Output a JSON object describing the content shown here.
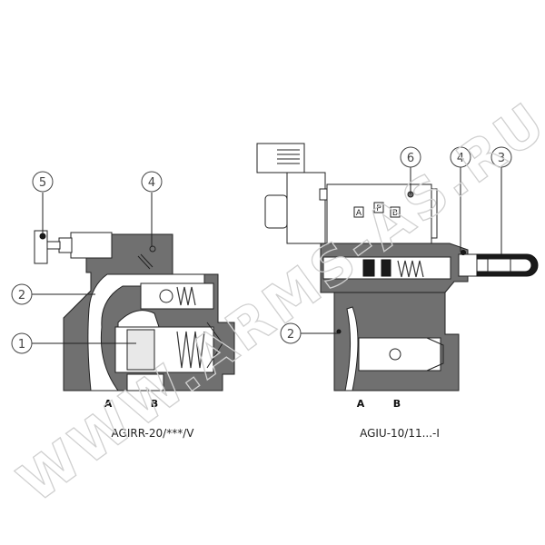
{
  "watermark": "WWW.ARMS-AS.RU",
  "left_diagram": {
    "caption": "AGIRR-20/***/V",
    "ports": [
      "A",
      "B"
    ],
    "callouts": [
      "5",
      "4",
      "2",
      "1"
    ]
  },
  "right_diagram": {
    "caption": "AGIU-10/11...-I",
    "ports": [
      "A",
      "B"
    ],
    "callouts": [
      "6",
      "4",
      "3",
      "2"
    ],
    "pilot_ports": [
      "A",
      "P",
      "B"
    ]
  },
  "colors": {
    "body": "#707070",
    "outline": "#222222"
  }
}
